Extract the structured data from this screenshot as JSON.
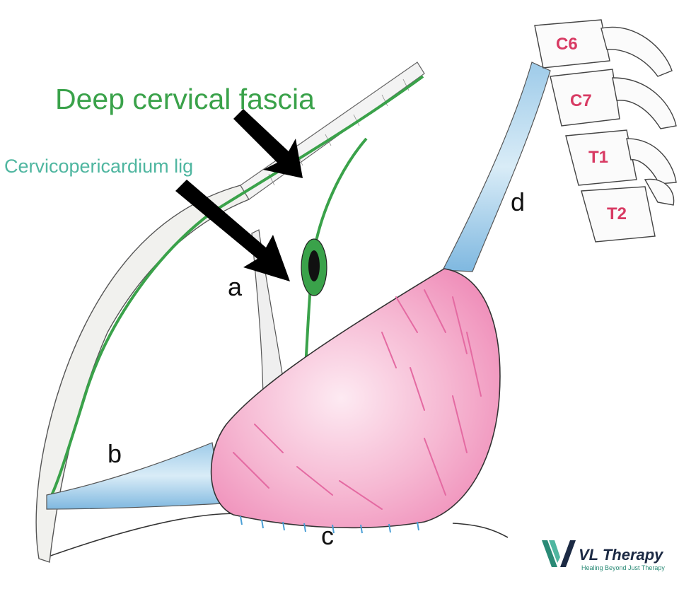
{
  "labels": {
    "deep_cervical_fascia": "Deep cervical fascia",
    "cervicopericardium_lig": "Cervicopericardium lig",
    "a": "a",
    "b": "b",
    "c": "c",
    "d": "d"
  },
  "vertebrae": [
    "C6",
    "C7",
    "T1",
    "T2"
  ],
  "logo": {
    "brand": "VL Therapy",
    "tagline": "Healing Beyond Just Therapy"
  },
  "colors": {
    "fascia_green": "#3aa24a",
    "ligament_teal": "#4fb6a0",
    "pericardium_pink": "#f4a6c8",
    "ligament_blue": "#4a9fd6",
    "vertebra_label": "#d83a63"
  },
  "icons": [
    "arrow-icon",
    "arrow-icon",
    "vl-therapy-logo-icon"
  ]
}
